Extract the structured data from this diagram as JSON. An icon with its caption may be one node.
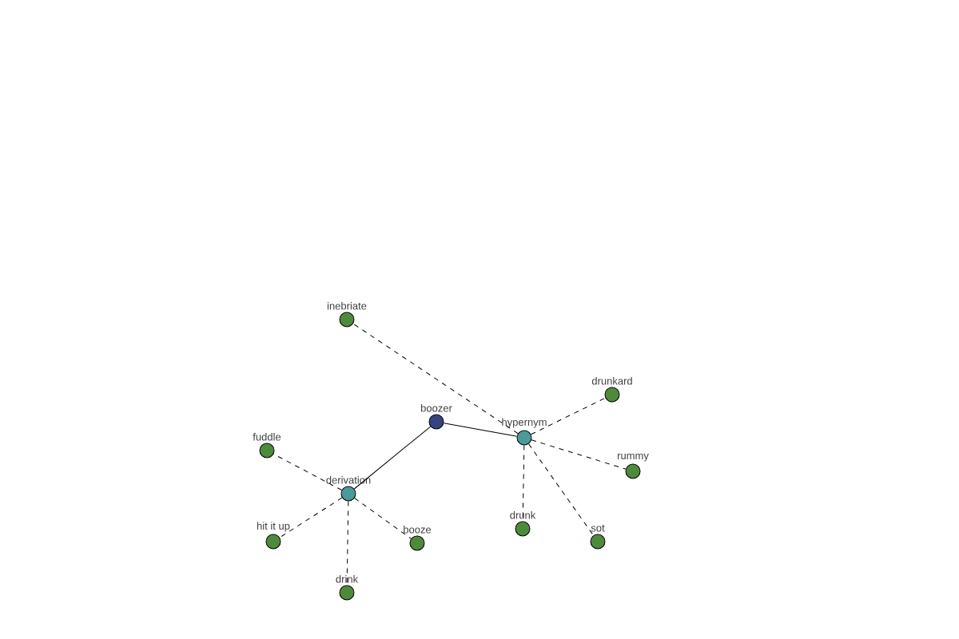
{
  "diagram": {
    "nodes": [
      {
        "text": [
          "boozer"
        ]
      },
      {
        "text": [
          "hypernym"
        ]
      },
      {
        "text": [
          "derivation"
        ]
      },
      {
        "text": [
          "inebriate"
        ]
      },
      {
        "text": [
          "drunkard"
        ]
      },
      {
        "text": [
          "rummy"
        ]
      },
      {
        "text": [
          "drunk"
        ]
      },
      {
        "text": [
          "sot"
        ]
      },
      {
        "text": [
          "fuddle"
        ]
      },
      {
        "text": [
          "hit it up"
        ]
      },
      {
        "text": [
          "booze"
        ]
      },
      {
        "text": [
          "drink"
        ]
      }
    ],
    "edges": [
      {
        "from": 0,
        "to": 1,
        "arrow": "none"
      },
      {
        "from": 0,
        "to": 2,
        "arrow": "none"
      },
      {
        "from": 1,
        "to": 3,
        "arrow": "none",
        "style": "dashed"
      },
      {
        "from": 1,
        "to": 4,
        "arrow": "none",
        "style": "dashed"
      },
      {
        "from": 1,
        "to": 5,
        "arrow": "none",
        "style": "dashed"
      },
      {
        "from": 1,
        "to": 6,
        "arrow": "none",
        "style": "dashed"
      },
      {
        "from": 1,
        "to": 7,
        "arrow": "none",
        "style": "dashed"
      },
      {
        "from": 2,
        "to": 8,
        "arrow": "none",
        "style": "dashed"
      },
      {
        "from": 2,
        "to": 9,
        "arrow": "none",
        "style": "dashed"
      },
      {
        "from": 2,
        "to": 10,
        "arrow": "none",
        "style": "dashed"
      },
      {
        "from": 2,
        "to": 11,
        "arrow": "none",
        "style": "dashed"
      }
    ]
  }
}
